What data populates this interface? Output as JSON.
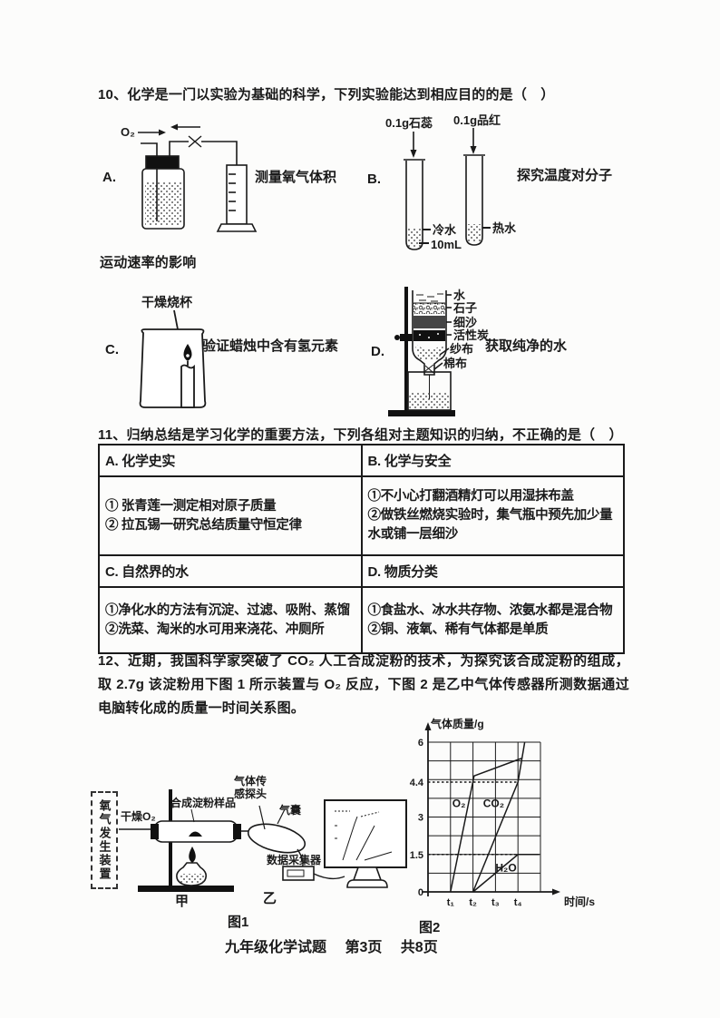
{
  "colors": {
    "ink": "#1a1a1a",
    "paper": "#fcfcfb"
  },
  "q10": {
    "stem": "10、化学是一门以实验为基础的科学，下列实验能达到相应目的的是（　）",
    "a": {
      "label": "A.",
      "o2": "O₂",
      "caption": "测量氧气体积"
    },
    "b": {
      "label": "B.",
      "reagent1": "0.1g石蕊",
      "reagent2": "0.1g品红",
      "cold": "冷水",
      "hot": "热水",
      "volume": "10mL",
      "caption": "探究温度对分子"
    },
    "b_caption_cont": "运动速率的影响",
    "c": {
      "label": "C.",
      "beaker": "干燥烧杯",
      "caption": "验证蜡烛中含有氢元素"
    },
    "d": {
      "label": "D.",
      "layer_water": "水",
      "layer_stone": "石子",
      "layer_sand": "细沙",
      "layer_carbon": "活性炭",
      "layer_gauze": "纱布",
      "layer_cotton": "棉布",
      "caption": "获取纯净的水"
    }
  },
  "q11": {
    "stem": "11、归纳总结是学习化学的重要方法，下列各组对主题知识的归纳，不正确的是（　）",
    "table": {
      "head_a": "A. 化学史实",
      "head_b": "B. 化学与安全",
      "cell_a": [
        "① 张青莲一测定相对原子质量",
        "② 拉瓦锡一研究总结质量守恒定律"
      ],
      "cell_b": [
        "①不小心打翻酒精灯可以用湿抹布盖",
        "②做铁丝燃烧实验时，集气瓶中预先加少量水或铺一层细沙"
      ],
      "head_c": "C. 自然界的水",
      "head_d": "D. 物质分类",
      "cell_c": [
        "①净化水的方法有沉淀、过滤、吸附、蒸馏",
        "②洗菜、淘米的水可用来浇花、冲厕所"
      ],
      "cell_d": [
        "①食盐水、冰水共存物、浓氨水都是混合物",
        "②铜、液氧、稀有气体都是单质"
      ]
    }
  },
  "q12": {
    "stem": "12、近期，我国科学家突破了 CO₂ 人工合成淀粉的技术，为探究该合成淀粉的组成，取 2.7g 该淀粉用下图 1 所示装置与 O₂ 反应，下图 2 是乙中气体传感器所测数据通过电脑转化成的质量一时间关系图。",
    "fig1": {
      "caption": "图1",
      "oxygen_generator": "氧气发生装置",
      "dry_o2": "干燥O₂",
      "sample": "合成淀粉样品",
      "probe": "气体传感探头",
      "airbag": "气囊",
      "collector": "数据采集器",
      "jia": "甲",
      "yi": "乙"
    },
    "fig2": {
      "caption": "图2"
    }
  },
  "chart_data": {
    "type": "line",
    "title": "图2",
    "xlabel": "时间/s",
    "ylabel": "气体质量/g",
    "xlim": [
      0,
      5
    ],
    "ylim": [
      0,
      6
    ],
    "grid": true,
    "x_grid": [
      1,
      2,
      3,
      4,
      5
    ],
    "y_grid_step": 0.75,
    "x_ticks": [
      {
        "v": 1,
        "label": "t₁"
      },
      {
        "v": 2,
        "label": "t₂"
      },
      {
        "v": 3,
        "label": "t₃"
      },
      {
        "v": 4,
        "label": "t₄"
      }
    ],
    "y_ticks": [
      {
        "v": 0,
        "label": "0"
      },
      {
        "v": 1.5,
        "label": "1.5"
      },
      {
        "v": 3,
        "label": "3"
      },
      {
        "v": 4.4,
        "label": "4.4"
      },
      {
        "v": 6,
        "label": "6"
      }
    ],
    "guides": [
      {
        "y": 4.4,
        "x_end": 4
      },
      {
        "y": 1.5,
        "x_end": 4
      }
    ],
    "series": [
      {
        "name": "O₂",
        "label_pos": [
          1.08,
          3.4
        ],
        "points": [
          [
            1,
            0
          ],
          [
            2.05,
            4.65
          ],
          [
            4.15,
            5.35
          ]
        ]
      },
      {
        "name": "CO₂",
        "label_pos": [
          2.45,
          3.4
        ],
        "points": [
          [
            2,
            0
          ],
          [
            4,
            4.4
          ],
          [
            4.3,
            6
          ]
        ]
      },
      {
        "name": "H₂O",
        "label_pos": [
          3.0,
          0.82
        ],
        "points": [
          [
            2,
            0
          ],
          [
            4,
            1.5
          ],
          [
            4.95,
            1.5
          ]
        ]
      }
    ],
    "legend_position": "inline"
  },
  "footer": "九年级化学试题　 第3页 　共8页"
}
